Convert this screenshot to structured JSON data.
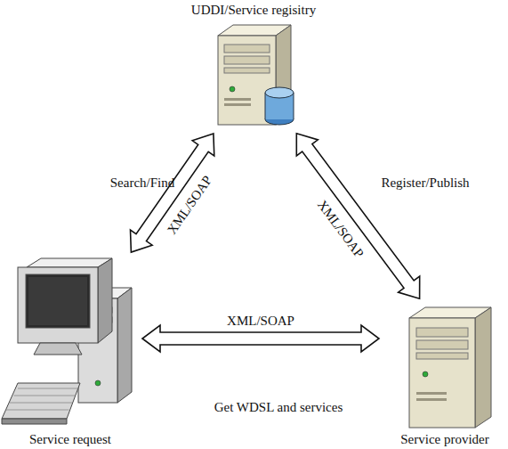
{
  "diagram": {
    "nodes": [
      {
        "text": [
          "UDDI/Service regisitry"
        ]
      },
      {
        "text": [
          "Service request"
        ]
      },
      {
        "text": [
          "Service provider"
        ]
      }
    ],
    "edges": [
      {
        "from": 0,
        "to": 1,
        "arrow": "both",
        "label": "XML/SOAP"
      },
      {
        "from": 0,
        "to": 2,
        "arrow": "both",
        "label": "XML/SOAP"
      },
      {
        "from": 1,
        "to": 2,
        "arrow": "both",
        "label": "XML/SOAP"
      }
    ],
    "labels": [
      "Search/Find",
      "Register/Publish",
      "Get WDSL and services"
    ]
  }
}
